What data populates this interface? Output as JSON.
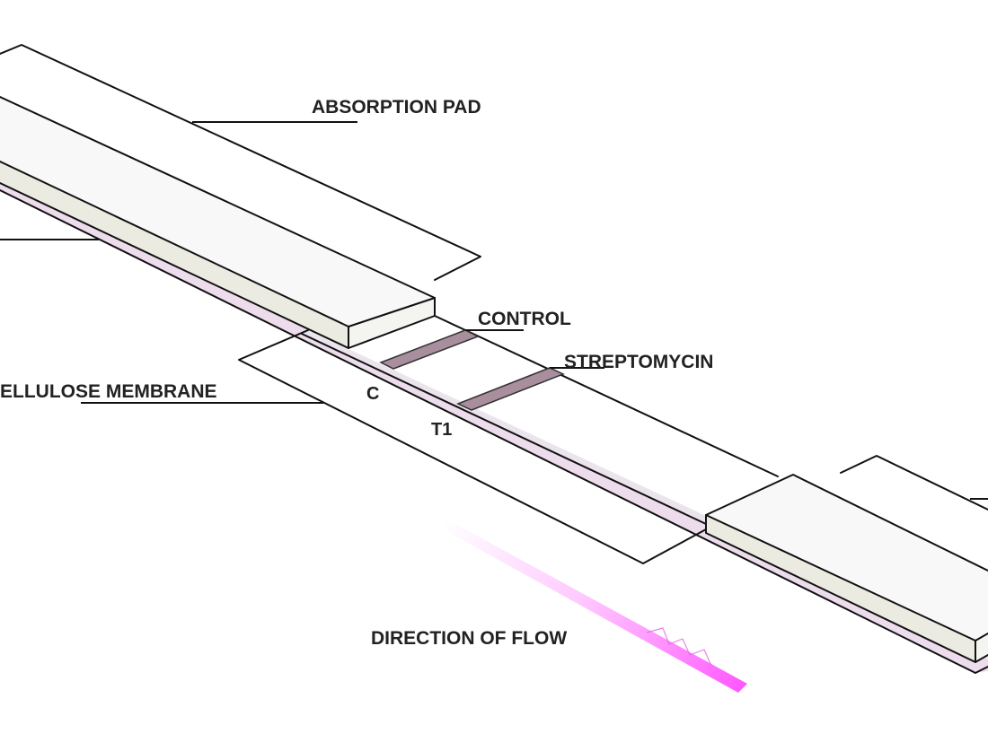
{
  "labels": {
    "absorption_pad": "ABSORPTION PAD",
    "control": "CONTROL",
    "streptomycin": "STREPTOMYCIN",
    "membrane": "ELLULOSE MEMBRANE",
    "c": "C",
    "t1": "T1",
    "direction": "DIRECTION OF FLOW"
  },
  "colors": {
    "pad_top": "#f8f8f8",
    "pad_side": "#ecebe2",
    "backing": "#ecdcec",
    "membrane": "#ffffff",
    "test_line": "#a98f9e",
    "flow_arrow": "#ff66ff",
    "outline": "#111111"
  }
}
